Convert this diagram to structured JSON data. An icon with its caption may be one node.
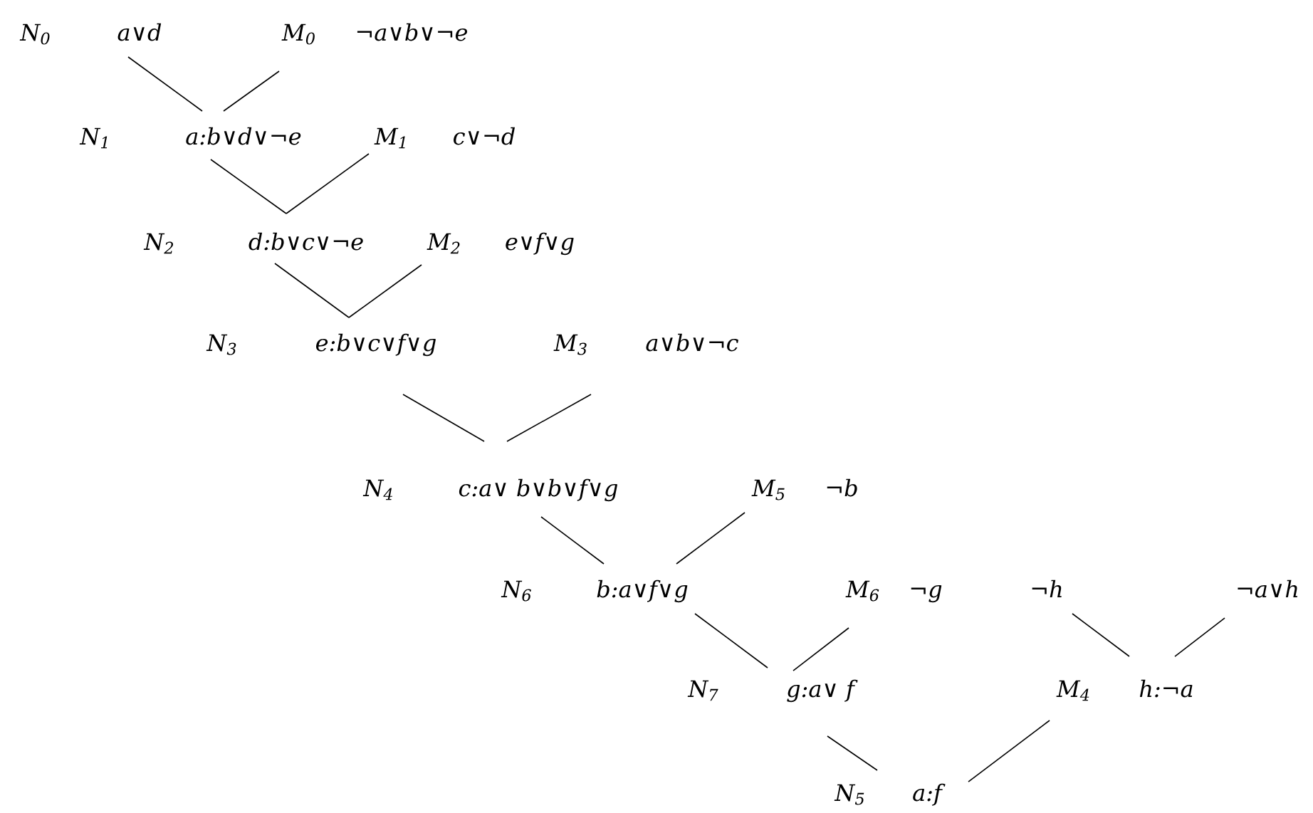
{
  "diagram": {
    "nodes": [
      {
        "text": [
          "a∨d"
        ],
        "beside": [
          "N$_{0}$"
        ]
      },
      {
        "text": [
          "¬a∨b∨¬e"
        ],
        "beside": [
          "M$_{0}$"
        ]
      },
      {
        "text": [
          "a:b∨d∨¬e"
        ],
        "beside": [
          "N$_{1}$"
        ]
      },
      {
        "text": [
          "c∨¬d"
        ],
        "beside": [
          "M$_{1}$"
        ]
      },
      {
        "text": [
          "d:b∨c∨¬e"
        ],
        "beside": [
          "N$_{2}$"
        ]
      },
      {
        "text": [
          "e∨f∨g"
        ],
        "beside": [
          "M$_{2}$"
        ]
      },
      {
        "text": [
          "e:b∨c∨f∨g"
        ],
        "beside": [
          "N$_{3}$"
        ]
      },
      {
        "text": [
          "a∨b∨¬c"
        ],
        "beside": [
          "M$_{3}$"
        ]
      },
      {
        "text": [
          "c:a∨ b∨b∨f∨g"
        ],
        "beside": [
          "N$_{4}$"
        ]
      },
      {
        "text": [
          "¬b"
        ],
        "beside": [
          "M$_{5}$"
        ]
      },
      {
        "text": [
          "b:a∨f∨g"
        ],
        "beside": [
          "N$_{6}$"
        ]
      },
      {
        "text": [
          "¬g"
        ],
        "beside": [
          "M$_{6}$"
        ]
      },
      {
        "text": [
          "¬h"
        ]
      },
      {
        "text": [
          "¬a∨h"
        ]
      },
      {
        "text": [
          "g:a∨ f"
        ],
        "beside": [
          "N$_{7}$"
        ]
      },
      {
        "text": [
          "h:¬a"
        ],
        "beside": [
          "M$_{4}$"
        ]
      },
      {
        "text": [
          "a:f"
        ],
        "beside": [
          "N$_{5}$"
        ]
      }
    ],
    "edges": [
      {
        "from": 0,
        "to": 2,
        "arrow": "none"
      },
      {
        "from": 1,
        "to": 2,
        "arrow": "none"
      },
      {
        "from": 2,
        "to": 4,
        "arrow": "none"
      },
      {
        "from": 3,
        "to": 4,
        "arrow": "none"
      },
      {
        "from": 4,
        "to": 6,
        "arrow": "none"
      },
      {
        "from": 5,
        "to": 6,
        "arrow": "none"
      },
      {
        "from": 6,
        "to": 8,
        "arrow": "none"
      },
      {
        "from": 7,
        "to": 8,
        "arrow": "none"
      },
      {
        "from": 8,
        "to": 10,
        "arrow": "none"
      },
      {
        "from": 9,
        "to": 10,
        "arrow": "none"
      },
      {
        "from": 10,
        "to": 14,
        "arrow": "none"
      },
      {
        "from": 11,
        "to": 14,
        "arrow": "none"
      },
      {
        "from": 12,
        "to": 15,
        "arrow": "none"
      },
      {
        "from": 13,
        "to": 15,
        "arrow": "none"
      },
      {
        "from": 14,
        "to": 16,
        "arrow": "none"
      },
      {
        "from": 15,
        "to": 16,
        "arrow": "none"
      }
    ]
  }
}
